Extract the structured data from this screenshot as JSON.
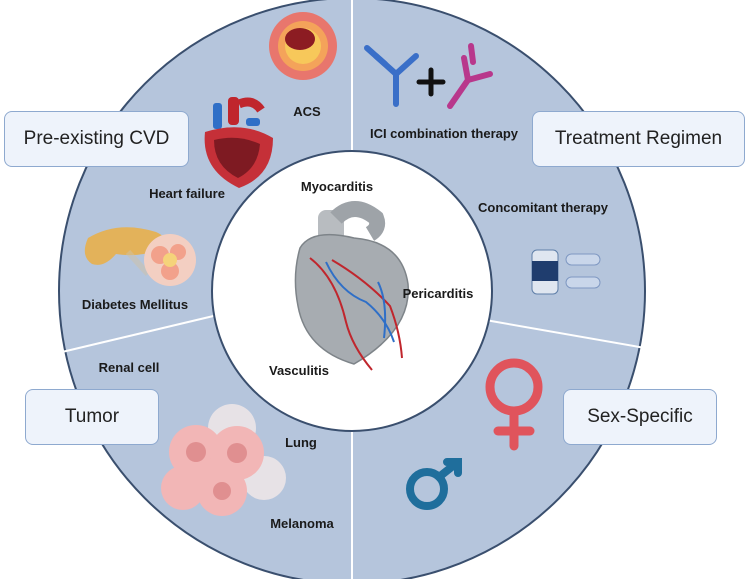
{
  "categories": {
    "pre_existing_cvd": "Pre-existing CVD",
    "treatment_regimen": "Treatment Regimen",
    "tumor": "Tumor",
    "sex_specific": "Sex-Specific"
  },
  "quadrants": {
    "cvd_items": [
      "ACS",
      "Heart failure",
      "Diabetes Mellitus"
    ],
    "regimen_items": [
      "ICI combination therapy",
      "Concomitant therapy"
    ],
    "tumor_items": [
      "Renal cell",
      "Lung",
      "Melanoma"
    ]
  },
  "center": {
    "conditions": [
      "Myocarditis",
      "Pericarditis",
      "Vasculitis"
    ]
  },
  "colors": {
    "ring_fill": "#b5c5dc",
    "divider": "#ffffff",
    "box_fill": "#eef3fb",
    "box_border": "#8ea9cf",
    "female_symbol": "#e0545c",
    "male_symbol": "#1f6e9c",
    "antibody_blue": "#3a6fc8",
    "antibody_purple": "#b8388c"
  },
  "icons": [
    "artery-plaque-icon",
    "heart-anatomy-icon",
    "pancreas-icon",
    "antibody-blue-icon",
    "antibody-purple-icon",
    "plus-icon",
    "pill-bottle-icon",
    "capsule-icon",
    "female-symbol-icon",
    "male-symbol-icon",
    "tumor-cells-icon",
    "coronary-heart-icon"
  ]
}
